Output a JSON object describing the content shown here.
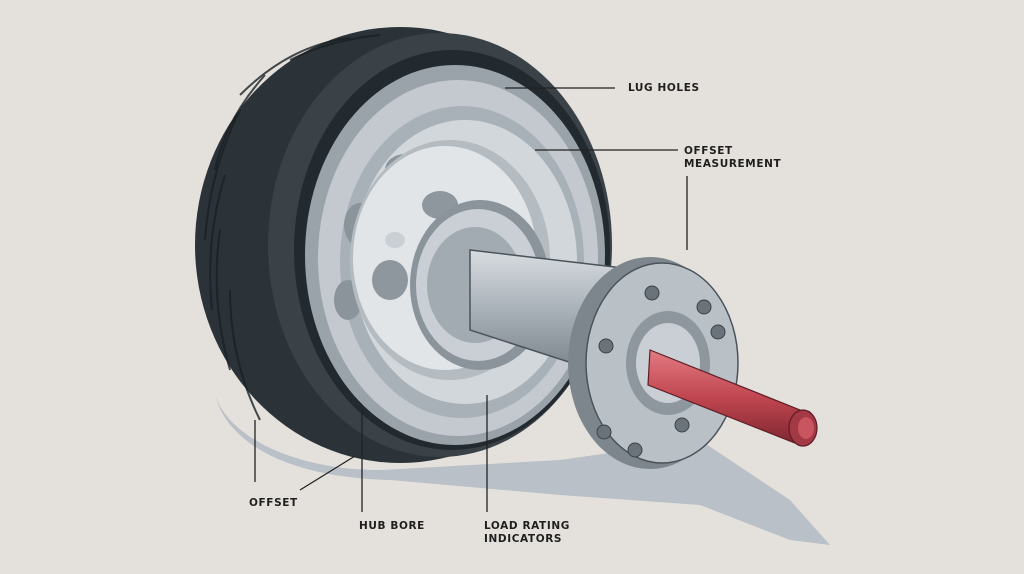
{
  "labels": {
    "lug_holes": "LUG HOLES",
    "offset_measurement_line1": "OFFSET",
    "offset_measurement_line2": "MEASUREMENT",
    "offset": "OFFSET",
    "hub_bore": "HUB BORE",
    "load_rating_line1": "LOAD RATING",
    "load_rating_line2": "INDICATORS"
  },
  "colors": {
    "background": "#e4e1dc",
    "tire": "#3a4248",
    "tire_dark": "#20272c",
    "rim": "#b9c0c6",
    "rim_light": "#d6dbdf",
    "hub": "#c9cfd4",
    "axle_shaft": "#c04650",
    "shadow": "#b7bec6"
  },
  "icons": {
    "wheel": "wheel-assembly-illustration",
    "axle": "axle-shaft-illustration",
    "flange": "hub-flange-illustration"
  }
}
